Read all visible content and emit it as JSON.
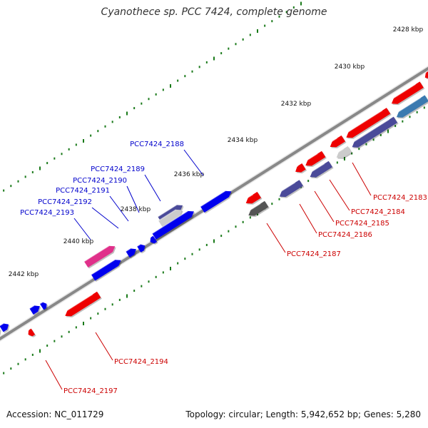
{
  "title": "Cyanothece sp. PCC 7424, complete genome",
  "footer": {
    "accession": "Accession: NC_011729",
    "topology": "Topology: circular; Length: 5,942,652 bp; Genes: 5,280"
  },
  "ticks": [
    "2428 kbp",
    "2430 kbp",
    "2432 kbp",
    "2434 kbp",
    "2436 kbp",
    "2438 kbp",
    "2440 kbp",
    "2442 kbp"
  ],
  "gene_labels": [
    {
      "id": "PCC7424_2183",
      "text": "PCC7424_2183",
      "strand": "reverse"
    },
    {
      "id": "PCC7424_2184",
      "text": "PCC7424_2184",
      "strand": "reverse"
    },
    {
      "id": "PCC7424_2185",
      "text": "PCC7424_2185",
      "strand": "reverse"
    },
    {
      "id": "PCC7424_2186",
      "text": "PCC7424_2186",
      "strand": "reverse"
    },
    {
      "id": "PCC7424_2187",
      "text": "PCC7424_2187",
      "strand": "reverse"
    },
    {
      "id": "PCC7424_2188",
      "text": "PCC7424_2188",
      "strand": "forward"
    },
    {
      "id": "PCC7424_2189",
      "text": "PCC7424_2189",
      "strand": "forward"
    },
    {
      "id": "PCC7424_2190",
      "text": "PCC7424_2190",
      "strand": "forward"
    },
    {
      "id": "PCC7424_2191",
      "text": "PCC7424_2191",
      "strand": "forward"
    },
    {
      "id": "PCC7424_2192",
      "text": "PCC7424_2192",
      "strand": "forward"
    },
    {
      "id": "PCC7424_2193",
      "text": "PCC7424_2193",
      "strand": "forward"
    },
    {
      "id": "PCC7424_2194",
      "text": "PCC7424_2194",
      "strand": "reverse"
    },
    {
      "id": "PCC7424_2197",
      "text": "PCC7424_2197",
      "strand": "reverse"
    }
  ],
  "colors": {
    "forward_label": "#0000cc",
    "reverse_label": "#cc0000",
    "backbone": "#888888",
    "tick": "#1a7a1a",
    "gene_red": "#ee0000",
    "gene_blue": "#0000ee",
    "gene_purple": "#4a4a99",
    "gene_magenta": "#e0308a",
    "gene_gray": "#cccccc",
    "gene_dark": "#555555",
    "gene_steelblue": "#3b7ab0"
  }
}
